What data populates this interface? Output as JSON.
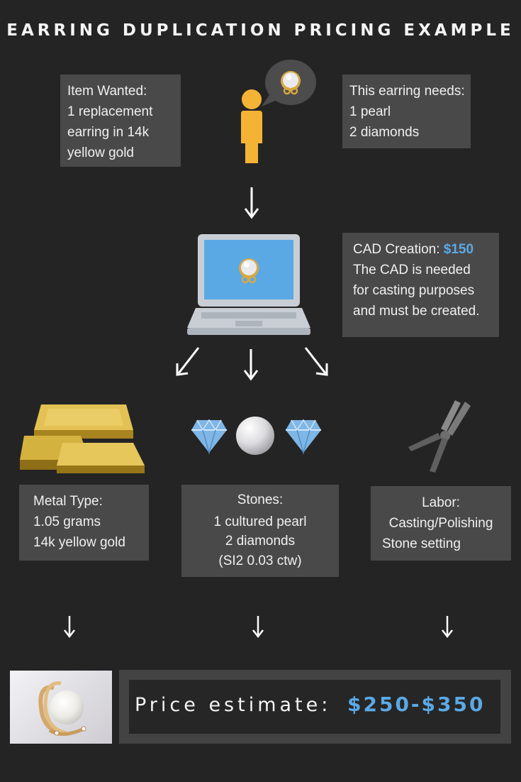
{
  "title": "EARRING DUPLICATION PRICING EXAMPLE",
  "item_wanted": {
    "lines": [
      "Item Wanted:",
      "1 replacement",
      "earring in 14k",
      "yellow gold"
    ]
  },
  "needs": {
    "lines": [
      "This earring needs:",
      "1 pearl",
      "2 diamonds"
    ]
  },
  "cad": {
    "label": "CAD Creation:",
    "price": "$150",
    "lines": [
      "The CAD is needed",
      "for casting purposes",
      "and must be created."
    ]
  },
  "metal": {
    "lines": [
      "Metal Type:",
      "1.05 grams",
      "14k yellow gold"
    ]
  },
  "stones": {
    "lines": [
      "Stones:",
      "1 cultured pearl",
      "2 diamonds",
      "(SI2 0.03 ctw)"
    ]
  },
  "labor": {
    "lines": [
      "Labor:",
      "Casting/Polishing",
      "Stone setting"
    ]
  },
  "price": {
    "label": "Price estimate:",
    "value": "$250-$350"
  },
  "colors": {
    "background": "#252424",
    "box": "#4a4949",
    "accent": "#5ba9e6",
    "person": "#f5b335",
    "screen": "#5aa9e5",
    "gold": "#c9a227"
  },
  "icons": [
    "person-icon",
    "speech-bubble-icon",
    "laptop-icon",
    "gold-bars-icon",
    "diamond-icon",
    "pearl-icon",
    "pliers-icon",
    "arrow-down-icon"
  ]
}
